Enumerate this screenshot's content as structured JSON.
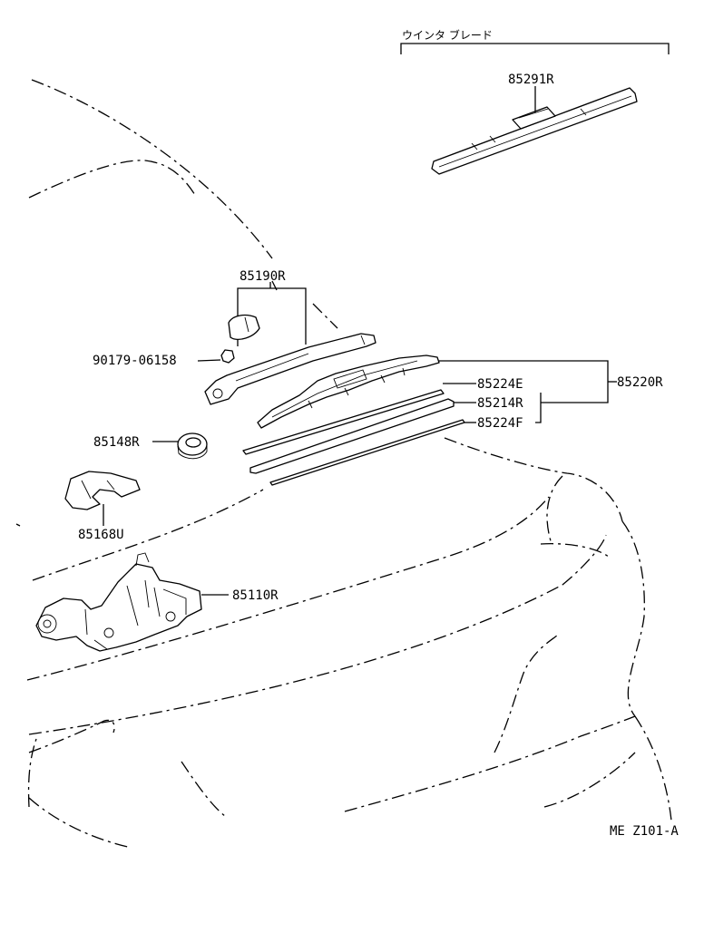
{
  "diagram": {
    "code": "ME Z101-A",
    "header_label": "ウインタ ブレード",
    "parts": [
      {
        "id": "p-85291R",
        "label": "85291R"
      },
      {
        "id": "p-85190R",
        "label": "85190R"
      },
      {
        "id": "p-90179-06158",
        "label": "90179-06158"
      },
      {
        "id": "p-85224E",
        "label": "85224E"
      },
      {
        "id": "p-85220R",
        "label": "85220R"
      },
      {
        "id": "p-85214R",
        "label": "85214R"
      },
      {
        "id": "p-85224F",
        "label": "85224F"
      },
      {
        "id": "p-85148R",
        "label": "85148R"
      },
      {
        "id": "p-85168U",
        "label": "85168U"
      },
      {
        "id": "p-85110R",
        "label": "85110R"
      }
    ]
  }
}
